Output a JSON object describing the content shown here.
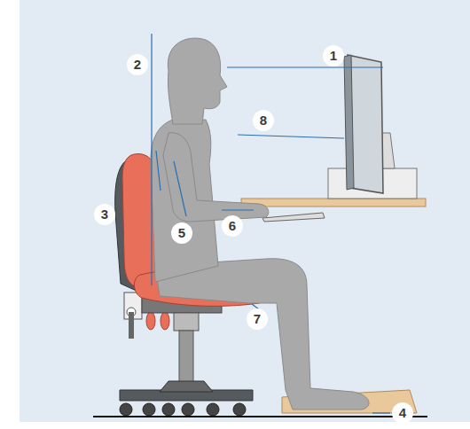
{
  "diagram": {
    "labels": [
      "1",
      "2",
      "8",
      "3",
      "5",
      "6",
      "7",
      "4"
    ]
  }
}
